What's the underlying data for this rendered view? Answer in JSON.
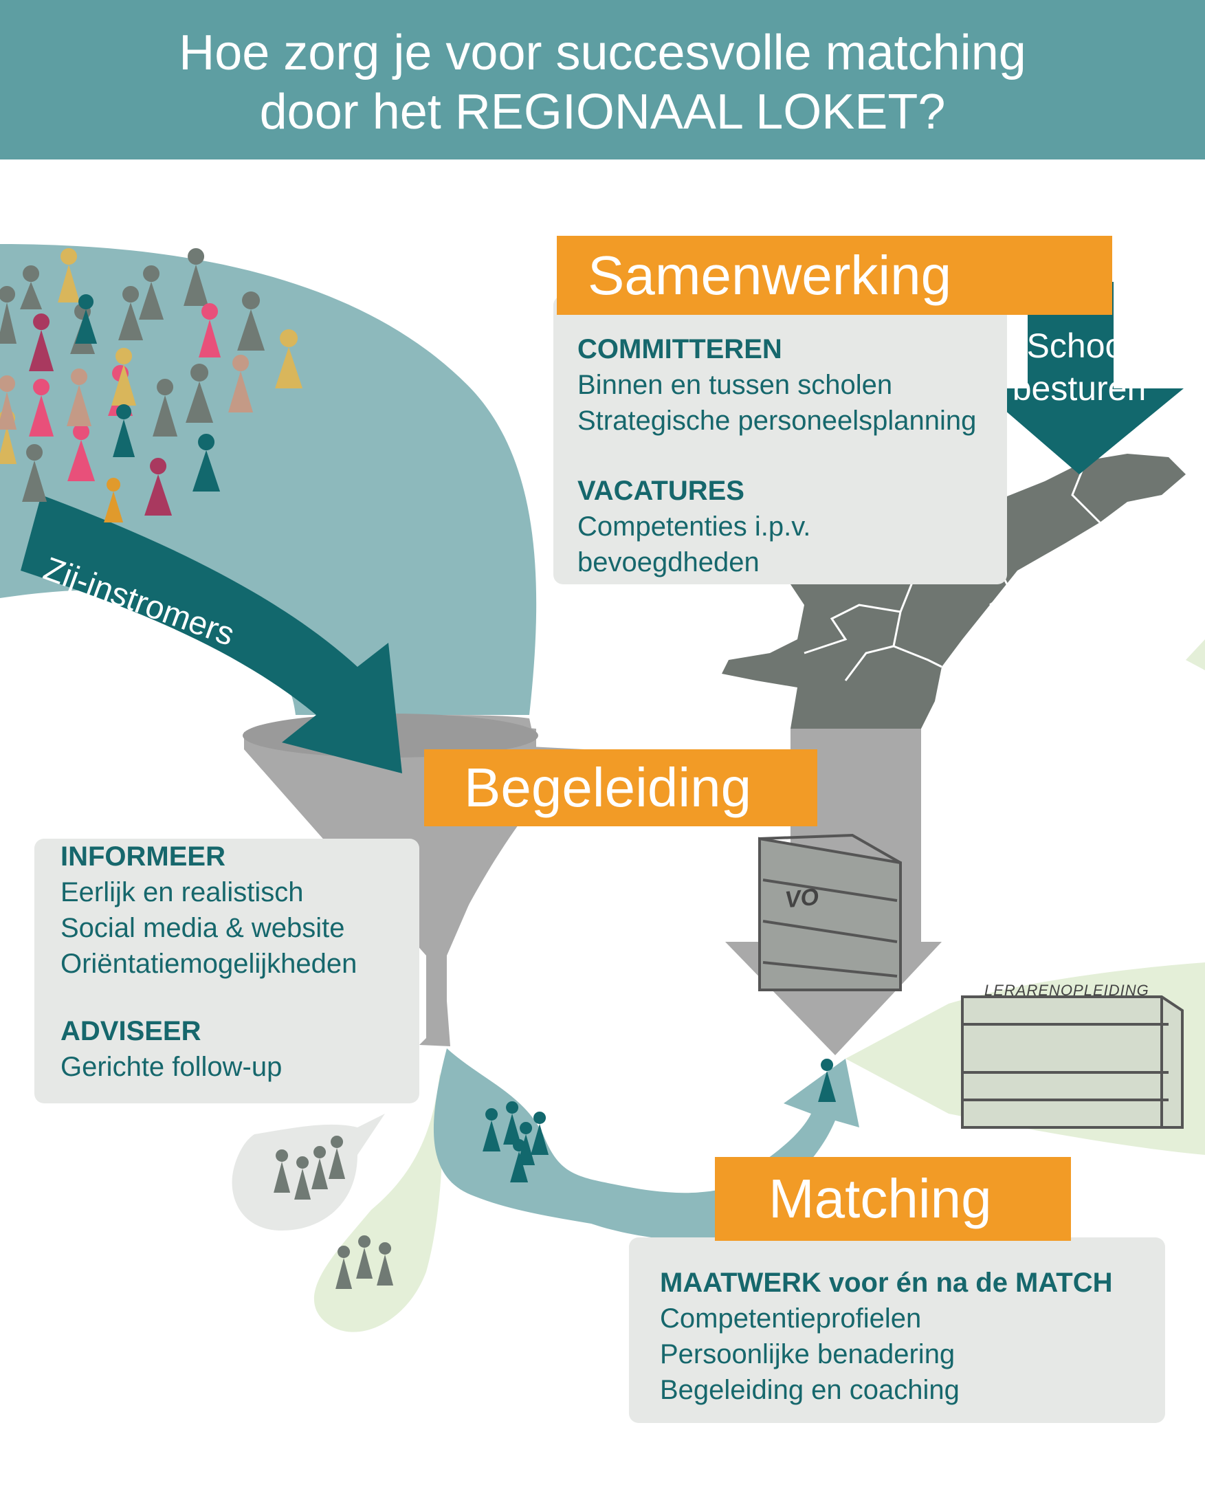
{
  "title": {
    "line1": "Hoe zorg je voor succesvolle matching",
    "line2": "door het REGIONAAL LOKET?"
  },
  "labels": {
    "samenwerking": "Samenwerking",
    "begeleiding": "Begeleiding",
    "matching": "Matching",
    "zij_instromers": "Zij-instromers",
    "school_besturen_1": "School",
    "school_besturen_2": "besturen",
    "vo": "VO",
    "lerarenopleiding": "LERARENOPLEIDING"
  },
  "samenwerking_box": {
    "heading1": "COMMITTEREN",
    "line1": "Binnen en tussen scholen",
    "line2": "Strategische personeelsplanning",
    "heading2": "VACATURES",
    "line3": "Competenties i.p.v.",
    "line4": "bevoegdheden"
  },
  "begeleiding_box": {
    "heading1": "INFORMEER",
    "line1": "Eerlijk en realistisch",
    "line2": "Social media & website",
    "line3": "Oriëntatiemogelijkheden",
    "heading2": "ADVISEER",
    "line4": "Gerichte follow-up"
  },
  "matching_box": {
    "heading1": "MAATWERK voor én na de MATCH",
    "line1": "Competentieprofielen",
    "line2": "Persoonlijke benadering",
    "line3": "Begeleiding en coaching"
  },
  "colors": {
    "teal_banner": "#5e9ea2",
    "teal_dark": "#12686d",
    "teal_light": "#8db9bc",
    "orange": "#f29b26",
    "grey_box": "#e6e8e6",
    "grey_funnel": "#a9a9a9",
    "map_grey": "#6f7671",
    "light_green": "#e4efd8"
  }
}
